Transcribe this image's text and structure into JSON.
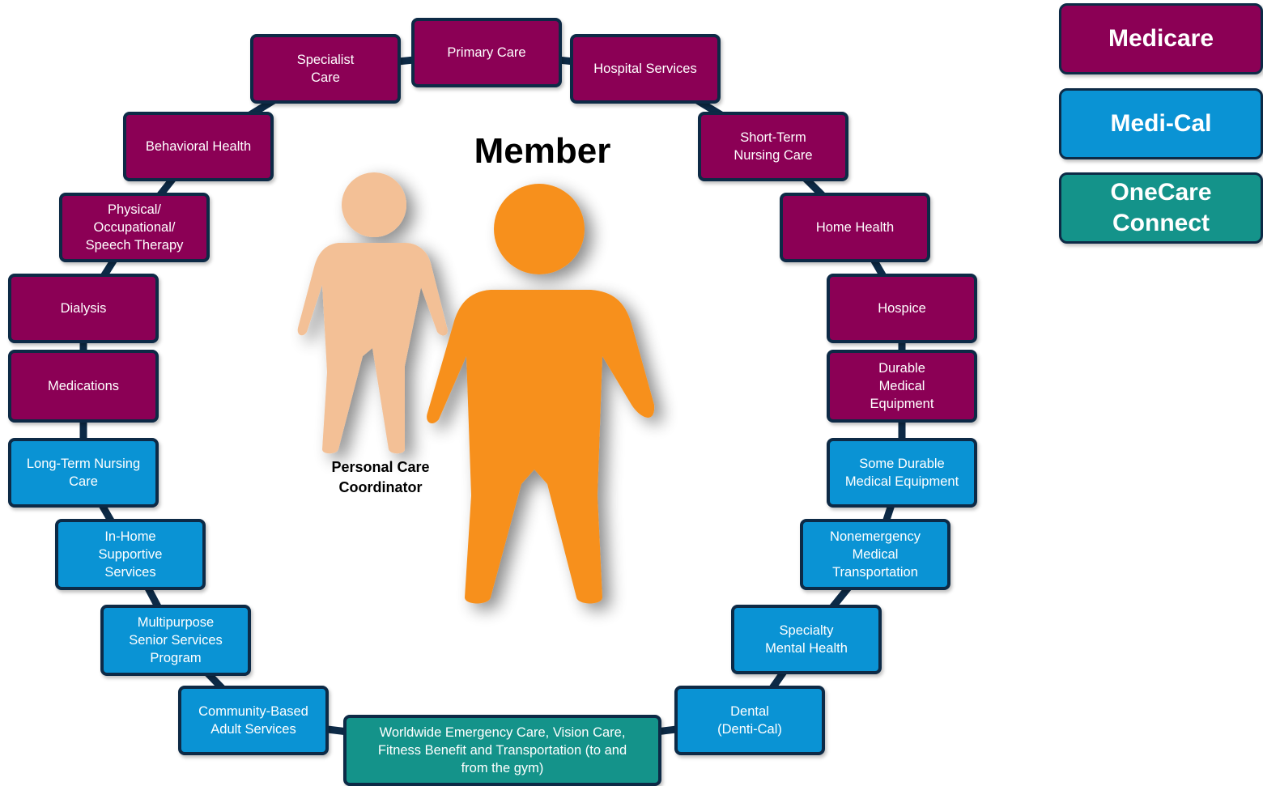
{
  "colors": {
    "medicare": "#8b0055",
    "medical": "#0a93d4",
    "onecare": "#14938a",
    "ring": "#0d2a46",
    "member_figure": "#f7901e",
    "coordinator_figure": "#f3c096"
  },
  "member": {
    "title": "Member",
    "coordinator_label": "Personal Care\nCoordinator",
    "member_icon": "person-icon",
    "coordinator_icon": "person-icon"
  },
  "legend": [
    {
      "label": "Medicare",
      "category": "medicare"
    },
    {
      "label": "Medi-Cal",
      "category": "medical"
    },
    {
      "label": "OneCare\nConnect",
      "category": "onecare"
    }
  ],
  "services": [
    {
      "label": "Primary Care",
      "category": "medicare"
    },
    {
      "label": "Hospital Services",
      "category": "medicare"
    },
    {
      "label": "Short-Term\nNursing Care",
      "category": "medicare"
    },
    {
      "label": "Home Health",
      "category": "medicare"
    },
    {
      "label": "Hospice",
      "category": "medicare"
    },
    {
      "label": "Durable\nMedical\nEquipment",
      "category": "medicare"
    },
    {
      "label": "Some Durable\nMedical Equipment",
      "category": "medical"
    },
    {
      "label": "Nonemergency\nMedical\nTransportation",
      "category": "medical"
    },
    {
      "label": "Specialty\nMental Health",
      "category": "medical"
    },
    {
      "label": "Dental\n(Denti-Cal)",
      "category": "medical"
    },
    {
      "label": "Worldwide Emergency Care, Vision Care,\nFitness Benefit and Transportation (to and\nfrom the gym)",
      "category": "onecare"
    },
    {
      "label": "Community-Based\nAdult Services",
      "category": "medical"
    },
    {
      "label": "Multipurpose\nSenior Services\nProgram",
      "category": "medical"
    },
    {
      "label": "In-Home\nSupportive\nServices",
      "category": "medical"
    },
    {
      "label": "Long-Term Nursing\nCare",
      "category": "medical"
    },
    {
      "label": "Medications",
      "category": "medicare"
    },
    {
      "label": "Dialysis",
      "category": "medicare"
    },
    {
      "label": "Physical/\nOccupational/\nSpeech Therapy",
      "category": "medicare"
    },
    {
      "label": "Behavioral Health",
      "category": "medicare"
    },
    {
      "label": "Specialist\nCare",
      "category": "medicare"
    }
  ]
}
